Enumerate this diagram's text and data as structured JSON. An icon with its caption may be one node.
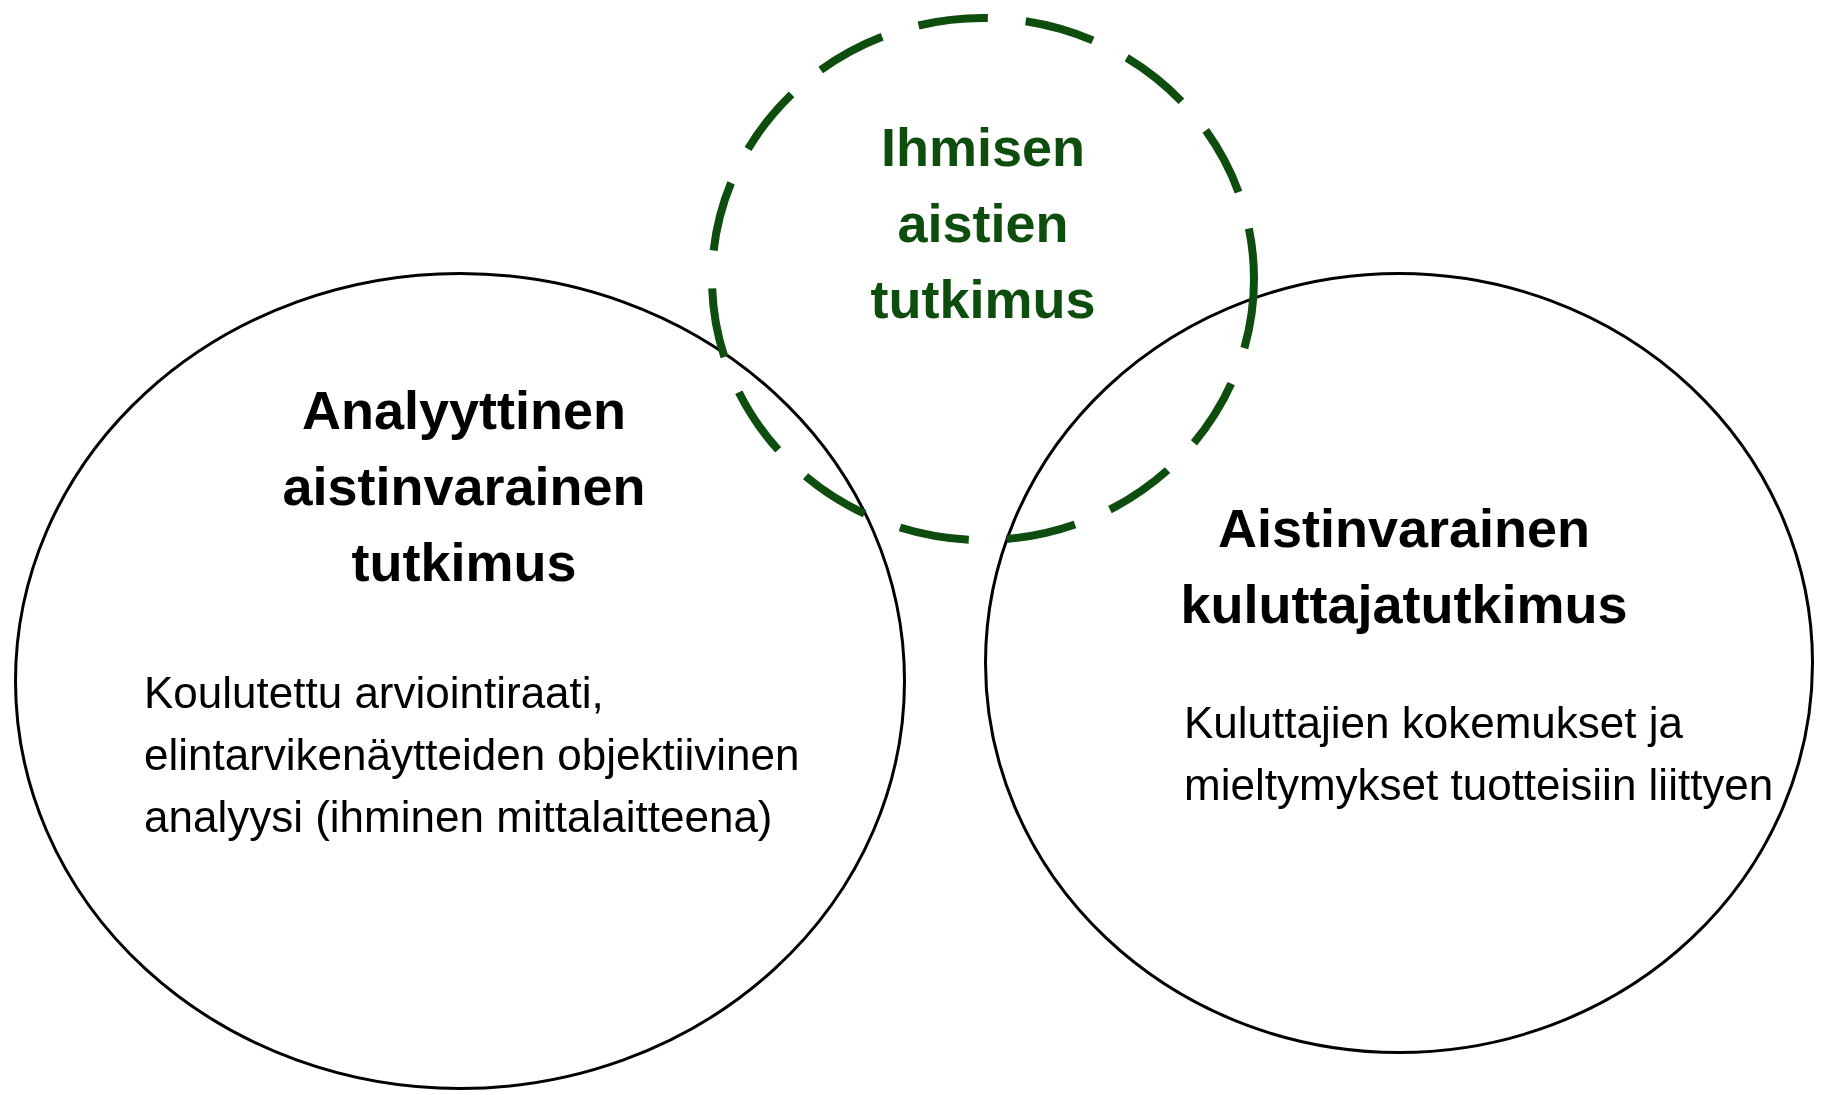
{
  "diagram": {
    "nodes": [
      {
        "text": [
          "Ihmisen aistien tutkimus"
        ]
      },
      {
        "text": [
          "Analyyttinen aistinvarainen tutkimus",
          "Koulutettu arviointiraati, elintarvikenäytteiden objektiivinen analyysi (ihminen mittalaitteena)"
        ]
      },
      {
        "text": [
          "Aistinvarainen kuluttajatutkimus",
          "Kuluttajien kokemukset ja mieltymykset tuotteisiin liittyen"
        ]
      }
    ]
  }
}
